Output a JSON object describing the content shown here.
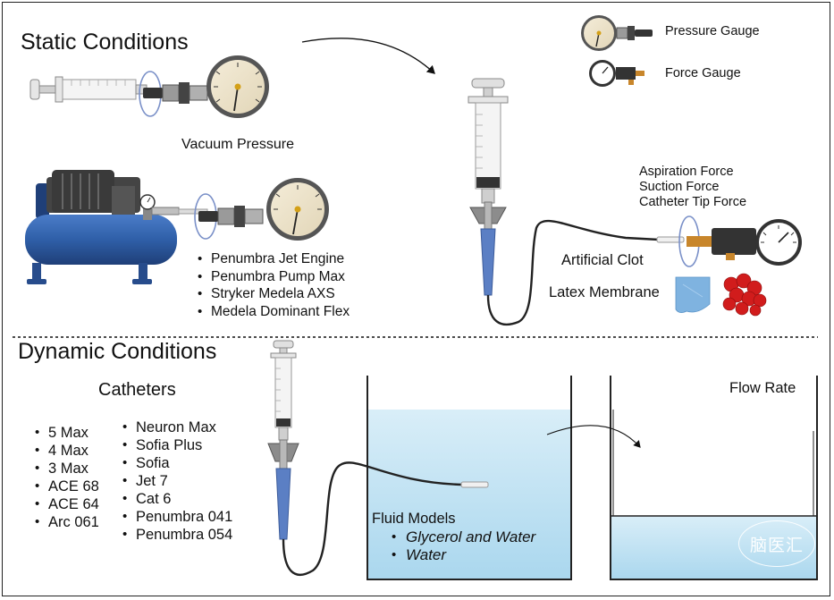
{
  "static": {
    "title": "Static Conditions",
    "vacuum_label": "Vacuum Pressure",
    "pumps": [
      "Penumbra Jet Engine",
      "Penumbra Pump Max",
      "Stryker Medela AXS",
      "Medela Dominant Flex"
    ]
  },
  "legend": {
    "pressure_gauge": "Pressure Gauge",
    "force_gauge": "Force Gauge"
  },
  "forces": {
    "aspiration": "Aspiration Force",
    "suction": "Suction Force",
    "catheter_tip": "Catheter Tip Force"
  },
  "clot": {
    "artificial_clot": "Artificial Clot",
    "latex_membrane": "Latex Membrane"
  },
  "dynamic": {
    "title": "Dynamic Conditions",
    "catheters_title": "Catheters",
    "catheters_col1": [
      "5 Max",
      "4 Max",
      "3 Max",
      "ACE 68",
      "ACE 64",
      "Arc 061"
    ],
    "catheters_col2": [
      "Neuron Max",
      "Sofia Plus",
      "Sofia",
      "Jet 7",
      "Cat 6",
      "Penumbra 041",
      "Penumbra 054"
    ],
    "fluid_title": "Fluid Models",
    "fluids": [
      "Glycerol and Water",
      "Water"
    ],
    "flow_rate": "Flow Rate"
  },
  "watermark": {
    "logo_text": "脑医汇"
  },
  "colors": {
    "tank_blue": "#2f5fa8",
    "fluid_blue": "#cfe9f5",
    "catheter_blue": "#5b7fc4",
    "clot_red": "#d11c1c",
    "membrane_blue": "#7fb3e0"
  }
}
